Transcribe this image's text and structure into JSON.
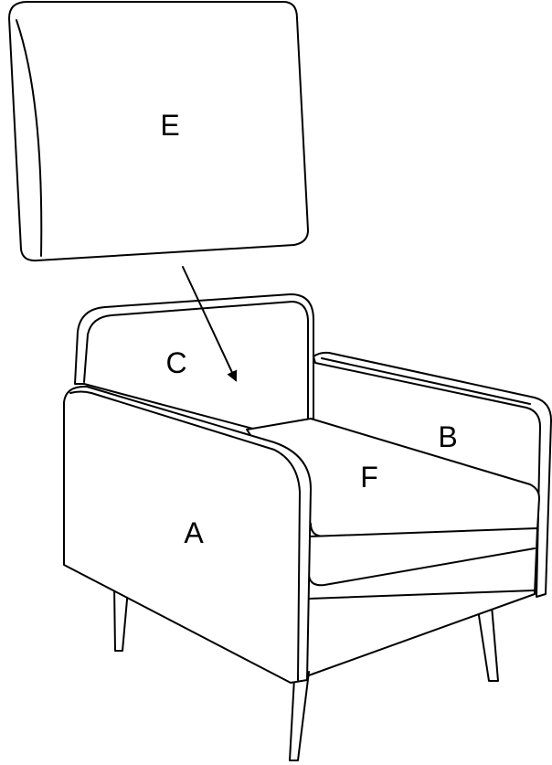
{
  "labels": {
    "cushion_back": "E",
    "backrest": "C",
    "arm_right": "B",
    "seat": "F",
    "arm_left": "A"
  },
  "colors": {
    "stroke": "#000000",
    "fill": "#ffffff"
  },
  "icons": {
    "arrow": "arrow-down-right"
  }
}
